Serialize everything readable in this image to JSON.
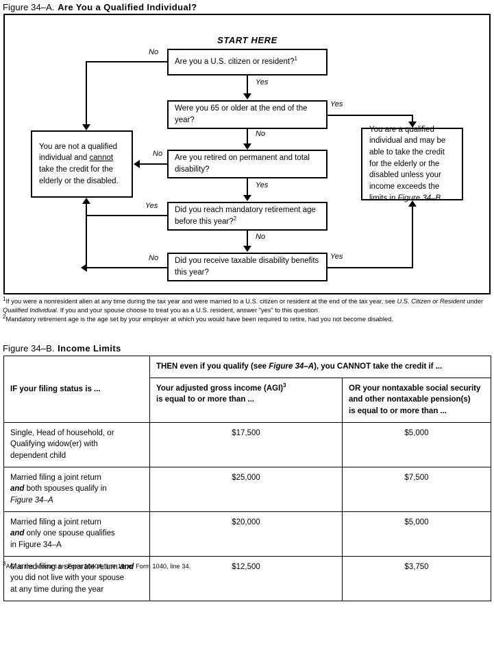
{
  "figure_a": {
    "caption_prefix": "Figure 34–A.",
    "caption_title": "Are You a Qualified Individual?",
    "start_label": "START HERE",
    "boxes": {
      "citizen": "Are you a U.S. citizen or resident?",
      "citizen_footnote_marker": "1",
      "age65": "Were you 65 or older at the end of the year?",
      "retired": "Are you retired on permanent and total disability?",
      "mandatory": "Did you reach mandatory retirement age before this year?",
      "mandatory_footnote_marker": "2",
      "taxable": "Did you receive taxable disability benefits this year?",
      "not_qualified_part1": "You are not a qualified individual and ",
      "not_qualified_emphasis": "cannot",
      "not_qualified_part2": " take the credit for the elderly or the disabled.",
      "qualified_part1": "You are a qualified individual and may be able to take the credit for the elderly or the disabled unless your income exceeds the limits in ",
      "qualified_reference": "Figure 34–B",
      "qualified_part2": "."
    },
    "branch_labels": {
      "citizen_no": "No",
      "citizen_yes": "Yes",
      "age65_yes": "Yes",
      "age65_no": "No",
      "retired_no": "No",
      "retired_yes": "Yes",
      "mandatory_yes": "Yes",
      "mandatory_no": "No",
      "taxable_no": "No",
      "taxable_yes": "Yes"
    },
    "footnotes": {
      "one_marker": "1",
      "one_a": "If you were a nonresident alien at any time during the tax year and were married to a U.S. citizen or resident at the end of the tax year, see ",
      "one_ital1": "U.S. Citizen or Resident",
      "one_b": " under ",
      "one_ital2": "Qualified Individual",
      "one_c": ". If you and your spouse choose to treat you as a U.S. resident, answer \"yes\" to this question.",
      "two_marker": "2",
      "two_text": "Mandatory retirement age is the age set by your employer at which you would have been required to retire, had you not become disabled."
    }
  },
  "figure_b": {
    "caption_prefix": "Figure 34–B.",
    "caption_title": "Income Limits",
    "header": {
      "col_a": "IF your filing status is ...",
      "then_line": "THEN even if you qualify (see ",
      "then_reference": "Figure 34–A",
      "then_line_end": "), you CANNOT take the credit if ...",
      "col_b_sub_line1": "Your adjusted gross income (AGI)",
      "col_b_sub_marker": "3",
      "col_b_sub_line2": "is equal to or more than ...",
      "col_c_sub_line1": "OR your nontaxable social security",
      "col_c_sub_line2": "and other nontaxable pension(s)",
      "col_c_sub_line3": "is equal to or more than ..."
    },
    "rows": [
      {
        "status_lines": [
          "Single, Head of household, or",
          "Qualifying widow(er) with",
          "dependent child"
        ],
        "status_emphasis": null,
        "agi": "$17,500",
        "nontaxable": "$5,000"
      },
      {
        "status_lines": [
          "Married filing a joint return",
          "both spouses qualify in",
          "Figure 34–A"
        ],
        "status_emphasis": "and",
        "agi": "$25,000",
        "nontaxable": "$7,500"
      },
      {
        "status_lines": [
          "Married filing a joint return",
          "only one spouse qualifies",
          "in Figure 34–A"
        ],
        "status_emphasis": "and",
        "agi": "$20,000",
        "nontaxable": "$5,000"
      },
      {
        "status_lines": [
          "Married filing a separate return",
          "you did not live with your spouse",
          "at any time during the year"
        ],
        "status_emphasis": "and",
        "agi": "$12,500",
        "nontaxable": "$3,750"
      }
    ],
    "footnote_marker": "3",
    "footnote_text": "AGI is the amount on Form 1040A, line 19, or Form 1040, line 34."
  }
}
